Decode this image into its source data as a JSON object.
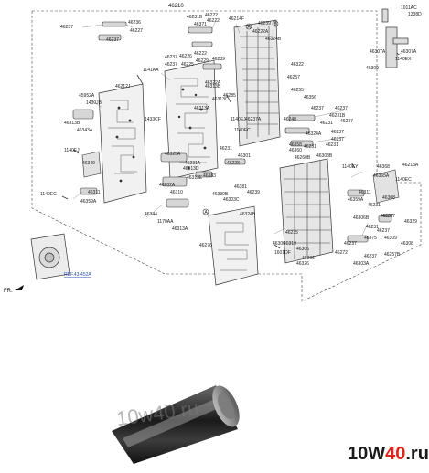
{
  "diagram": {
    "top_ref": "46210",
    "fr_label": "FR.",
    "ref_label": "REF.43-452A",
    "circle_labels": [
      "A",
      "B",
      "A"
    ],
    "part_labels": [
      "46237",
      "46236",
      "46222",
      "46227",
      "46371",
      "46231B",
      "46237",
      "46222",
      "46214F",
      "46239",
      "46222A",
      "46324B",
      "46322",
      "46237",
      "46226",
      "46222",
      "46239",
      "46237",
      "46225",
      "46229",
      "46322A",
      "46257",
      "1141AA",
      "46212J",
      "46213A",
      "46313B",
      "1140EJ",
      "46313C",
      "46285",
      "46237A",
      "1433CF",
      "45952A",
      "1430JB",
      "46313B",
      "46343A",
      "46255",
      "46356",
      "46237",
      "46231B",
      "46237",
      "46231",
      "46237",
      "46231",
      "46248",
      "46324A",
      "1140EJ",
      "46349",
      "46311",
      "46359A",
      "1140EC",
      "46360",
      "46358",
      "46301",
      "46260B",
      "46303B",
      "46231",
      "46237",
      "1140EY",
      "46313D",
      "46313E",
      "46325A",
      "46202A",
      "46231A",
      "46310",
      "46228",
      "46231",
      "46383",
      "46381",
      "46239",
      "46330B",
      "46303C",
      "46324B",
      "46344",
      "1170AA",
      "46313A",
      "46276",
      "1140EC",
      "46311",
      "46359A",
      "46306B",
      "46237",
      "46329",
      "46308",
      "46375",
      "46237",
      "46309",
      "46307A",
      "1011AC",
      "1338D",
      "46213A",
      "46308",
      "46368",
      "46365A",
      "1140EC",
      "46307A",
      "46309",
      "46231",
      "46306",
      "46319",
      "46235",
      "46306",
      "46272",
      "46303A",
      "46237",
      "46257B",
      "46326",
      "1601DF",
      "46306",
      "1140EX",
      "46237",
      "46237",
      "46231",
      "46237"
    ],
    "watermark_text": "10w40.ru",
    "brand_main": "10W",
    "brand_accent": "40",
    "brand_suffix": ".ru"
  }
}
